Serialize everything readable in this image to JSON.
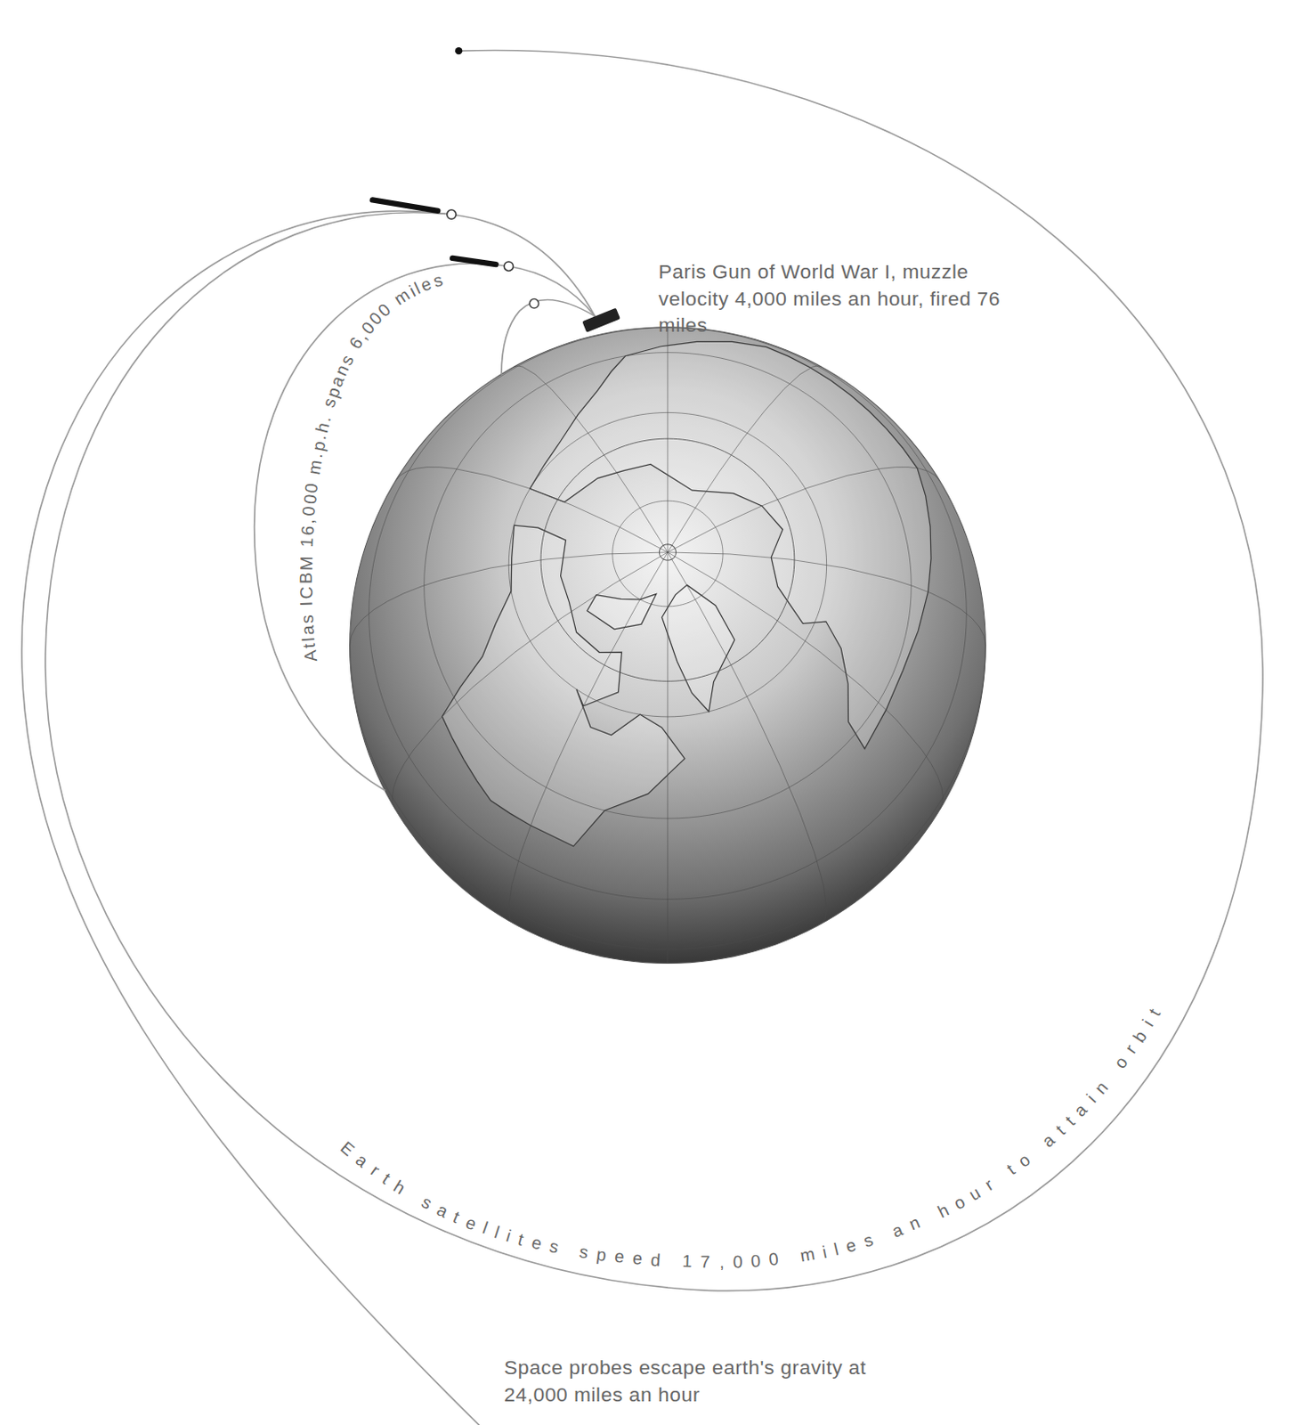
{
  "diagram": {
    "labels": [
      "Paris Gun of World War I, muzzle velocity 4,000 miles an hour, fired 76 miles",
      "Atlas ICBM 16,000 m.p.h. spans 6,000 miles",
      "Earth satellites speed 17,000 miles an hour to attain orbit",
      "Space probes escape earth's gravity at 24,000 miles an hour"
    ]
  }
}
